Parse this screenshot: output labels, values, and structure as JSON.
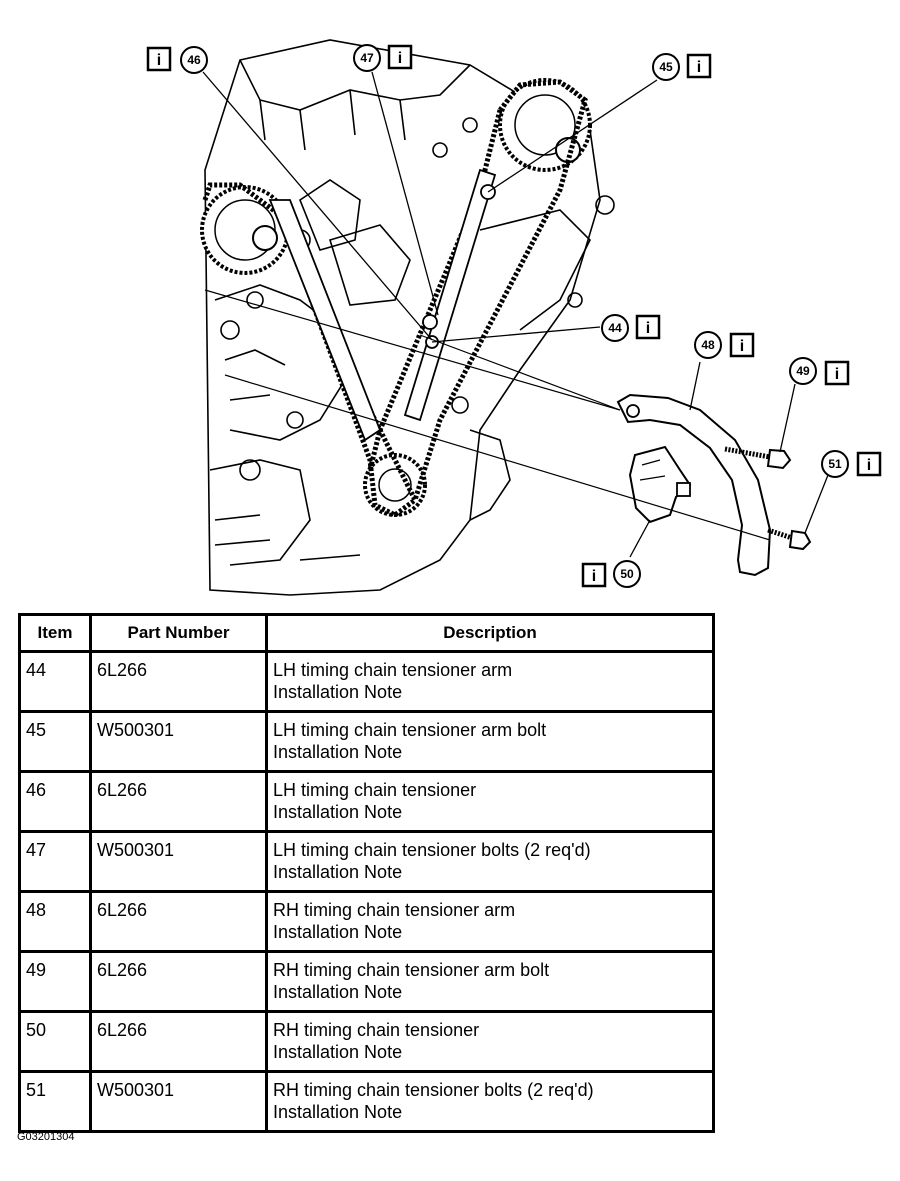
{
  "diagram": {
    "callouts": [
      {
        "number": "46"
      },
      {
        "number": "47"
      },
      {
        "number": "45"
      },
      {
        "number": "44"
      },
      {
        "number": "48"
      },
      {
        "number": "49"
      },
      {
        "number": "51"
      },
      {
        "number": "50"
      }
    ],
    "info_icon": "info-box-icon"
  },
  "table": {
    "headers": {
      "item": "Item",
      "part_number": "Part Number",
      "description": "Description"
    },
    "rows": [
      {
        "item": "44",
        "part_number": "6L266",
        "description": "LH timing chain tensioner arm",
        "note": "Installation Note"
      },
      {
        "item": "45",
        "part_number": "W500301",
        "description": "LH timing chain tensioner arm bolt",
        "note": "Installation Note"
      },
      {
        "item": "46",
        "part_number": "6L266",
        "description": "LH timing chain tensioner",
        "note": "Installation Note"
      },
      {
        "item": "47",
        "part_number": "W500301",
        "description": "LH timing chain tensioner bolts (2 req'd)",
        "note": "Installation Note"
      },
      {
        "item": "48",
        "part_number": "6L266",
        "description": "RH timing chain tensioner arm",
        "note": "Installation Note"
      },
      {
        "item": "49",
        "part_number": "6L266",
        "description": "RH timing chain tensioner arm bolt",
        "note": "Installation Note"
      },
      {
        "item": "50",
        "part_number": "6L266",
        "description": "RH timing chain tensioner",
        "note": "Installation Note"
      },
      {
        "item": "51",
        "part_number": "W500301",
        "description": "RH timing chain tensioner bolts (2 req'd)",
        "note": "Installation Note"
      }
    ]
  },
  "figure_id": "G03201304"
}
